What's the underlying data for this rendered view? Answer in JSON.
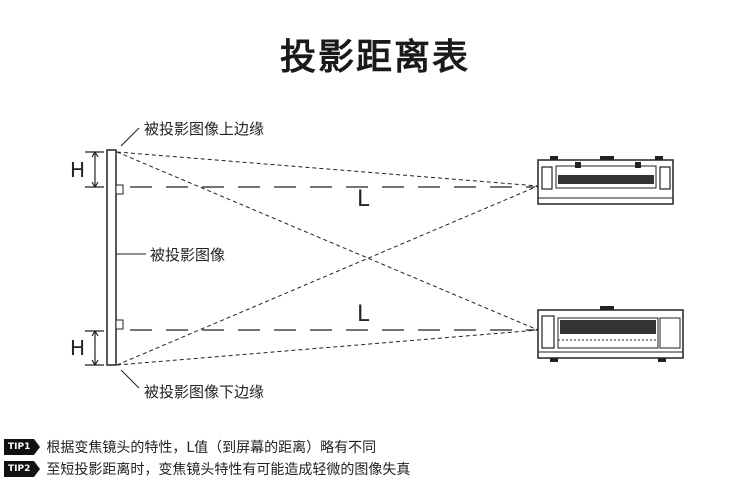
{
  "title": "投影距离表",
  "labels": {
    "top_edge": "被投影图像上边缘",
    "image": "被投影图像",
    "bottom_edge": "被投影图像下边缘",
    "h_top": "H",
    "h_bottom": "H",
    "l_top": "L",
    "l_bottom": "L"
  },
  "tips": [
    {
      "badge": "TIP1",
      "text": "根据变焦镜头的特性，L值（到屏幕的距离）略有不同"
    },
    {
      "badge": "TIP2",
      "text": "至短投影距离时，变焦镜头特性有可能造成轻微的图像失真"
    }
  ]
}
